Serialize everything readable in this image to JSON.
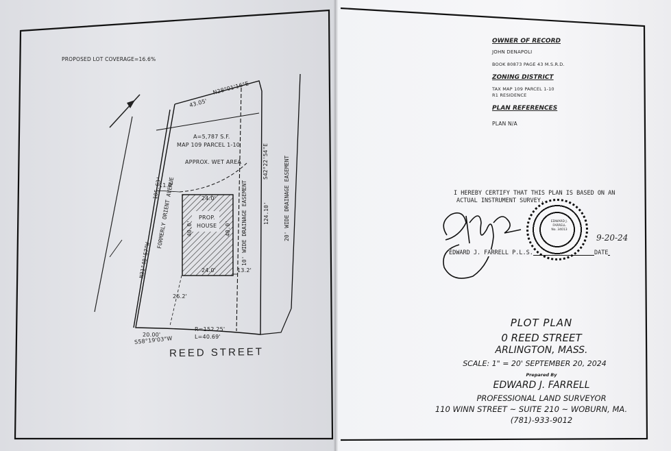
{
  "lot_coverage": "PROPOSED LOT COVERAGE=16.6%",
  "survey": {
    "area": "A=5,787 S.F.",
    "map_parcel": "MAP 109 PARCEL 1-10",
    "wet_area": "APPROX. WET AREA",
    "prop_house": "PROP.",
    "prop_house2": "HOUSE",
    "north_bearing_dist": "43.05'",
    "north_bearing": "N28°01'16\"E",
    "east_bearing": "S42°22'54\"E",
    "west_bearing": "N31°40'57\"W",
    "formerly": "FORMERLY ORIENT AVENUE",
    "dim_105": "105.63'",
    "dim_124": "124.10'",
    "dim_11": "11.0'",
    "dim_24_top": "24.0'",
    "dim_24_bot": "24.0'",
    "dim_40_left": "40.0'",
    "dim_40_right": "40.0'",
    "dim_13": "13.2'",
    "dim_26": "26.2'",
    "dim_20": "20.00'",
    "bearing_s58": "S58°19'03\"W",
    "curve_r": "R=152.25'",
    "curve_l": "L=40.69'",
    "easement_10": "10' WIDE DRAINAGE EASEMENT",
    "easement_20": "20' WIDE DRAINAGE EASEMENT",
    "street": "REED STREET"
  },
  "owner": {
    "heading": "OWNER OF RECORD",
    "name": "JOHN DENAPOLI",
    "book": "BOOK 80873 PAGE 43 M.S.R.D."
  },
  "zoning": {
    "heading": "ZONING DISTRICT",
    "line1": "TAX MAP 109 PARCEL 1-10",
    "line2": "R1 RESIDENCE"
  },
  "plan_refs": {
    "heading": "PLAN REFERENCES",
    "value": "PLAN N/A"
  },
  "certification": {
    "line1": "I HEREBY CERTIFY THAT THIS PLAN IS BASED ON AN",
    "line2": "ACTUAL INSTRUMENT SURVEY.",
    "signer": "EDWARD J. FARRELL P.L.S.",
    "date_label": "DATE",
    "handwritten_date": "9-20-24",
    "seal_text": [
      "EDWARD J.",
      "FARRELL",
      "No. 34013"
    ]
  },
  "title_block": {
    "title": "PLOT PLAN",
    "address": "0 REED STREET",
    "city": "ARLINGTON, MASS.",
    "scale": "SCALE: 1\" = 20'   SEPTEMBER 20, 2024",
    "prepared_by": "Prepared By",
    "surveyor": "EDWARD J. FARRELL",
    "profession": "PROFESSIONAL LAND SURVEYOR",
    "address_line": "110 WINN STREET ~ SUITE 210 ~ WOBURN, MA.",
    "phone": "(781)-933-9012"
  }
}
